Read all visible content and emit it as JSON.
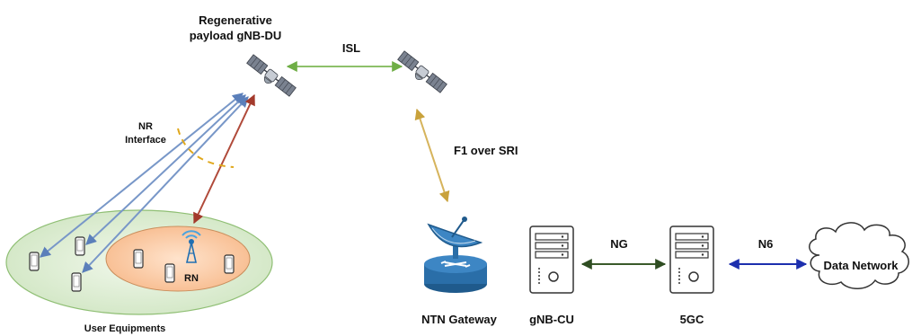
{
  "labels": {
    "regen_line1": "Regenerative",
    "regen_line2": "payload gNB-DU",
    "isl": "ISL",
    "nr_line1": "NR",
    "nr_line2": "Interface",
    "f1": "F1 over SRI",
    "ng": "NG",
    "n6": "N6",
    "data_network": "Data Network",
    "rn": "RN",
    "user_equipments": "User Equipments",
    "ntn_gateway": "NTN Gateway",
    "gnb_cu": "gNB-CU",
    "fivegc": "5GC"
  },
  "icons": {
    "satellite_left": "satellite-icon",
    "satellite_right": "satellite-icon",
    "ue": "mobile-phone-icon",
    "relay": "antenna-tower-icon",
    "gateway": "dish-router-icon",
    "server": "server-icon",
    "cloud": "cloud-icon"
  },
  "colors": {
    "isl_link": "#8dc06a",
    "feeder_link": "#d6b45c",
    "ue_links": "#7897c8",
    "relay_link": "#b04a3a",
    "ng_link": "#3a5a2a",
    "n6_link": "#1d2fae",
    "interface_arc": "#e0a81c",
    "ue_ellipse": "#dbedd0",
    "rn_ellipse": "#fbd2b0",
    "gateway": "#1f5a8c"
  }
}
